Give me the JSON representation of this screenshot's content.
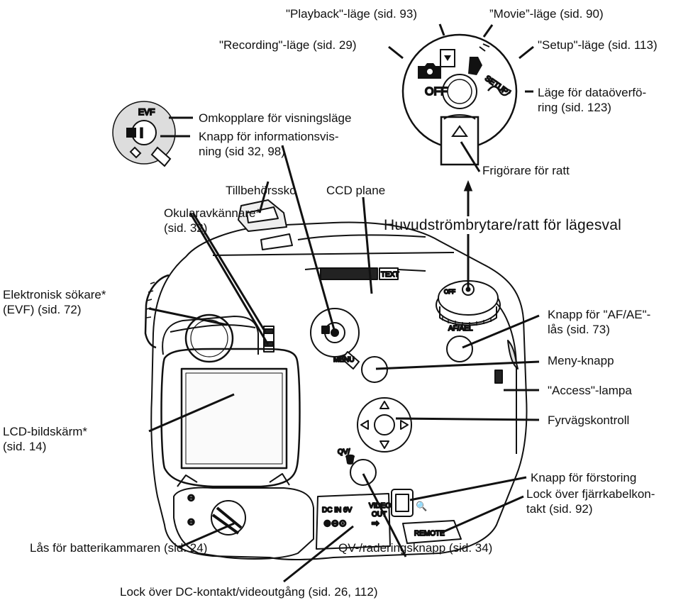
{
  "labels": {
    "playback": "\"Playback\"-läge (sid. 93)",
    "movie": "”Movie”-läge (sid. 90)",
    "recording": "\"Recording\"-läge (sid. 29)",
    "setup": "\"Setup\"-läge (sid. 113)",
    "data_transfer_1": "Läge för dataöverfö-",
    "data_transfer_2": "ring (sid. 123)",
    "dial_release": "Frigörare för ratt",
    "display_switch": "Omkopplare för visningsläge",
    "info_button_1": "Knapp för informationsvis-",
    "info_button_2": "ning (sid 32, 98)",
    "accessory_shoe": "Tillbehörssko",
    "ccd_plane": "CCD plane",
    "main_switch": "Huvudströmbrytare/ratt för lägesval",
    "eye_sensor_1": "Okularavkännare*",
    "eye_sensor_2": "(sid. 32)",
    "evf_1": "Elektronisk sökare*",
    "evf_2": "(EVF) (sid. 72)",
    "afae_1": "Knapp för \"AF/AE\"-",
    "afae_2": "lås (sid. 73)",
    "menu_button": "Meny-knapp",
    "access_lamp": "\"Access\"-lampa",
    "lcd_1": "LCD-bildskärm*",
    "lcd_2": "(sid. 14)",
    "four_way": "Fyrvägskontroll",
    "magnify": "Knapp för förstoring",
    "remote_cover_1": "Lock över fjärrkabelkon-",
    "remote_cover_2": "takt (sid. 92)",
    "battery_lock": "Lås för batterikammaren (sid. 24)",
    "qv_delete": "QV-/raderingsknapp (sid. 34)",
    "dc_video_cover": "Lock över DC-kontakt/videoutgång (sid. 26, 112)"
  },
  "camera_marks": {
    "dial_off": "OFF",
    "dial_setup": "SETUP",
    "switch_evf": "EVF",
    "menu": "MENU",
    "af_ael": "AF/AEL",
    "qv": "QV/",
    "remote": "REMOTE",
    "dc_in": "DC IN 6V",
    "video_out_1": "VIDEO",
    "video_out_2": "OUT",
    "text_mark": "TEXT"
  }
}
